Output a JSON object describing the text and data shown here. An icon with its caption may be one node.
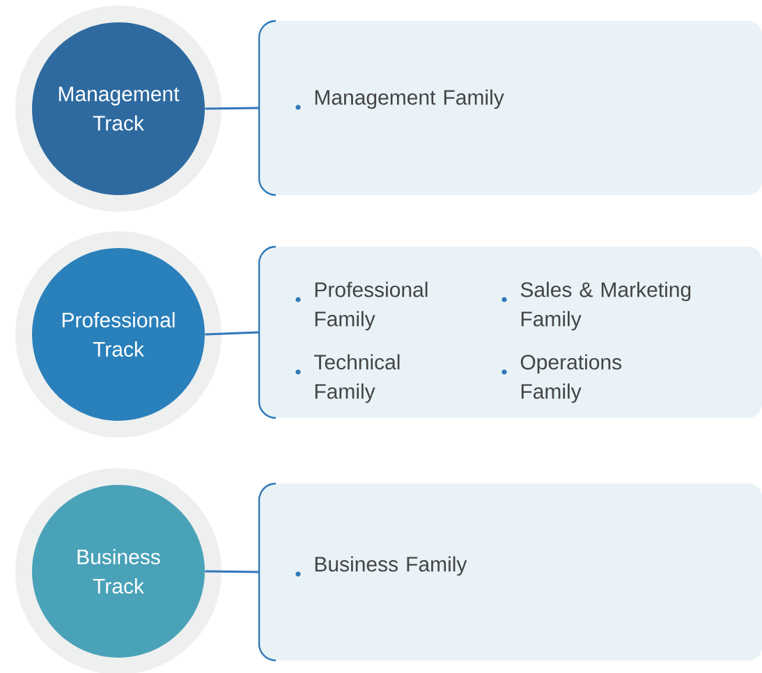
{
  "diagram": {
    "nodes": [
      {
        "text": [
          "Management Track"
        ]
      },
      {
        "text": [
          "Management Family"
        ]
      },
      {
        "text": [
          "Professional Track"
        ]
      },
      {
        "text": [
          "Professional Family",
          "Sales & Marketing Family",
          "Technical Family",
          "Operations Family"
        ]
      },
      {
        "text": [
          "Business Track"
        ]
      },
      {
        "text": [
          "Business Family"
        ]
      }
    ],
    "edges": [
      {
        "from": 0,
        "to": 1,
        "arrow": "none"
      },
      {
        "from": 2,
        "to": 3,
        "arrow": "none"
      },
      {
        "from": 4,
        "to": 5,
        "arrow": "none"
      }
    ]
  }
}
